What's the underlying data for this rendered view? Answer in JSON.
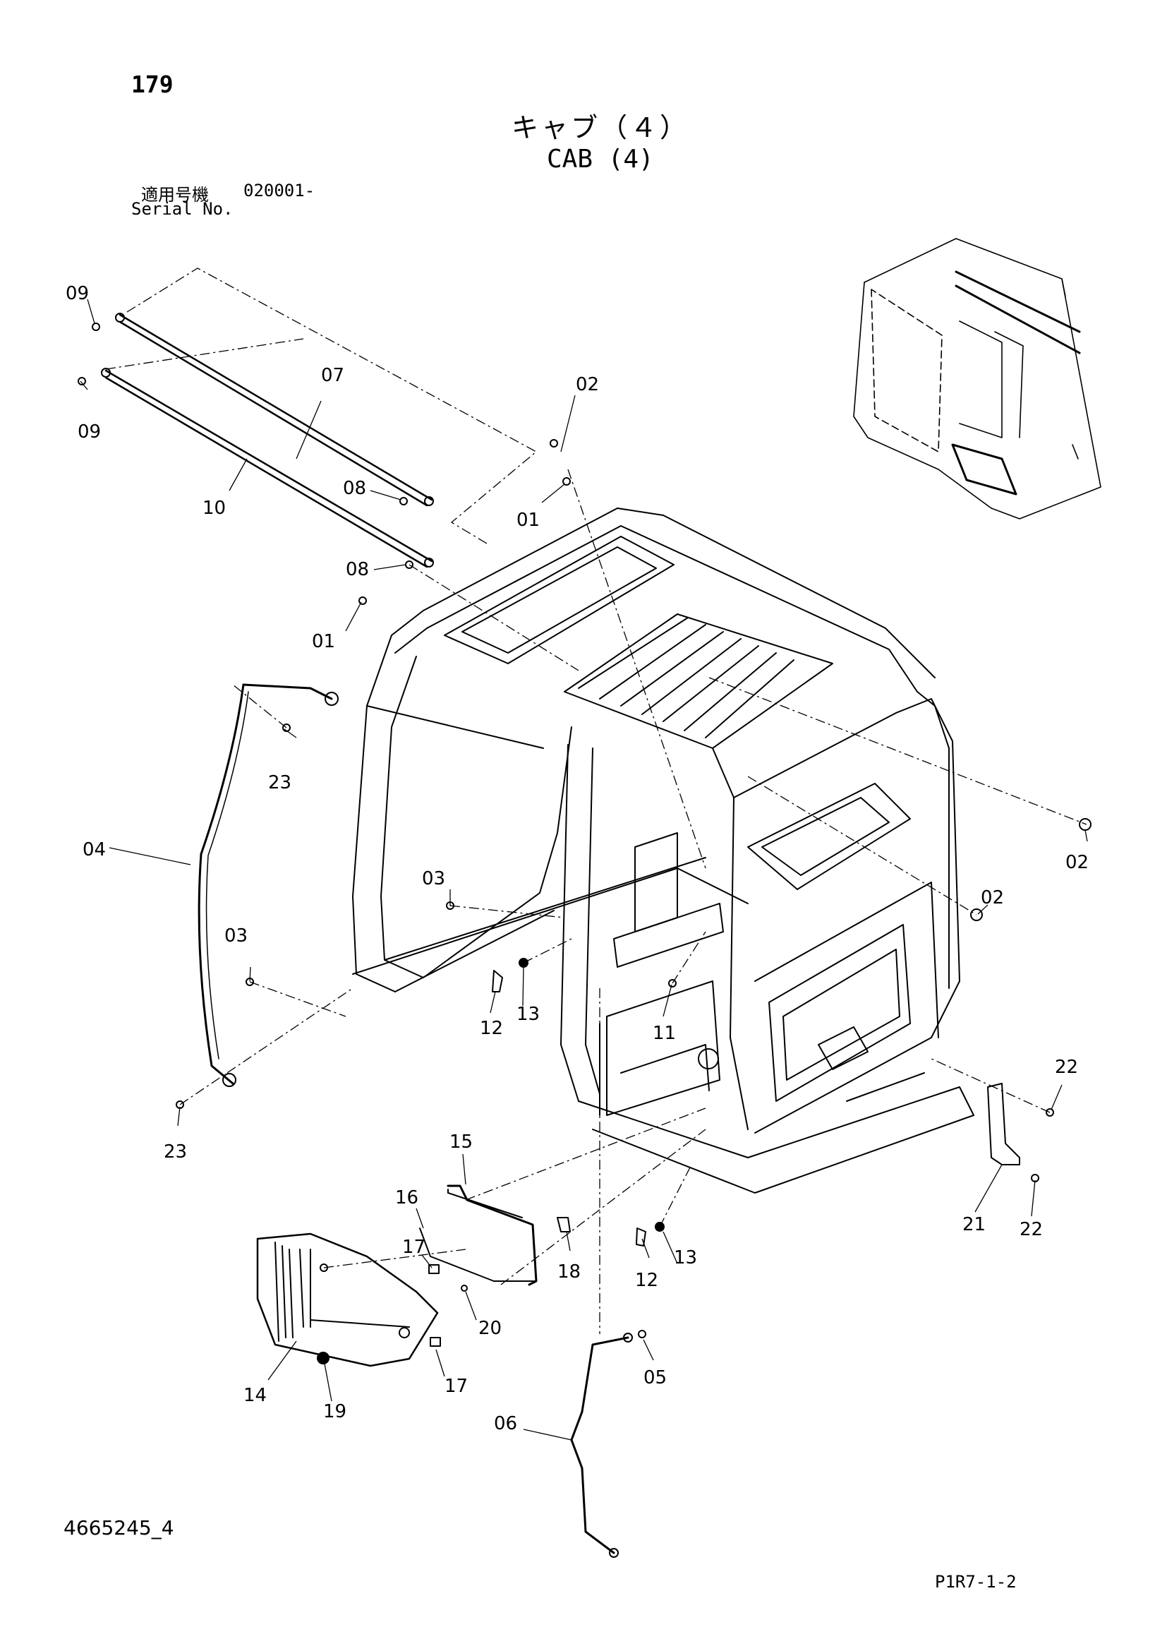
{
  "header": {
    "page_number": "179",
    "title_ja": "キャブ（４）",
    "title_en": "CAB (4)",
    "serial_label_ja": "適用号機",
    "serial_range": "020001-",
    "serial_label_en": "Serial No."
  },
  "footer": {
    "doc_number": "4665245_4",
    "page_code": "P1R7-1-2"
  },
  "callouts": [
    {
      "id": "c09a",
      "label": "09"
    },
    {
      "id": "c09b",
      "label": "09"
    },
    {
      "id": "c07",
      "label": "07"
    },
    {
      "id": "c10",
      "label": "10"
    },
    {
      "id": "c08a",
      "label": "08"
    },
    {
      "id": "c08b",
      "label": "08"
    },
    {
      "id": "c02a",
      "label": "02"
    },
    {
      "id": "c01a",
      "label": "01"
    },
    {
      "id": "c01b",
      "label": "01"
    },
    {
      "id": "c23a",
      "label": "23"
    },
    {
      "id": "c04",
      "label": "04"
    },
    {
      "id": "c03a",
      "label": "03"
    },
    {
      "id": "c03b",
      "label": "03"
    },
    {
      "id": "c12a",
      "label": "12"
    },
    {
      "id": "c13a",
      "label": "13"
    },
    {
      "id": "c11",
      "label": "11"
    },
    {
      "id": "c02b",
      "label": "02"
    },
    {
      "id": "c02c",
      "label": "02"
    },
    {
      "id": "c22a",
      "label": "22"
    },
    {
      "id": "c21",
      "label": "21"
    },
    {
      "id": "c22b",
      "label": "22"
    },
    {
      "id": "c23b",
      "label": "23"
    },
    {
      "id": "c15",
      "label": "15"
    },
    {
      "id": "c16",
      "label": "16"
    },
    {
      "id": "c17a",
      "label": "17"
    },
    {
      "id": "c18",
      "label": "18"
    },
    {
      "id": "c12b",
      "label": "12"
    },
    {
      "id": "c13b",
      "label": "13"
    },
    {
      "id": "c20",
      "label": "20"
    },
    {
      "id": "c14",
      "label": "14"
    },
    {
      "id": "c19",
      "label": "19"
    },
    {
      "id": "c17b",
      "label": "17"
    },
    {
      "id": "c05",
      "label": "05"
    },
    {
      "id": "c06",
      "label": "06"
    }
  ]
}
